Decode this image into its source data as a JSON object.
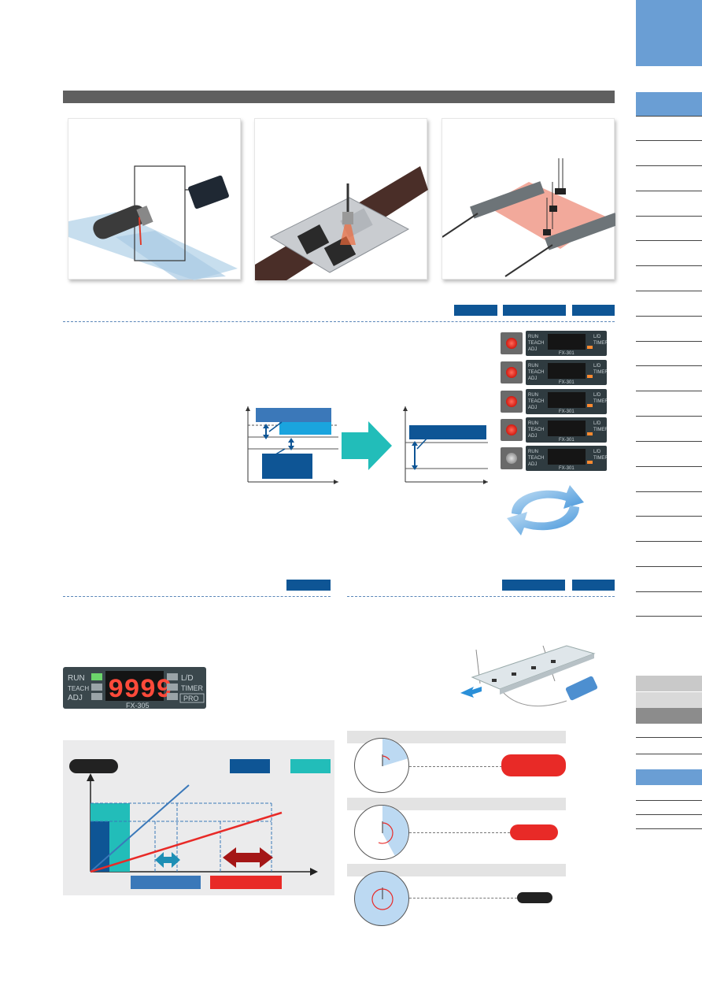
{
  "colors": {
    "tab_blue": "#6a9ed4",
    "navy": "#0e5595",
    "teal": "#22bdb9",
    "red": "#e82a27",
    "dark_red": "#a41616",
    "cyan": "#1aa4de",
    "header_gray": "#5f5f5f",
    "panel_gray": "#ebebec"
  },
  "lcd": {
    "model": "FX-305",
    "display": "9999",
    "left_labels": [
      "RUN",
      "TEACH",
      "ADJ"
    ],
    "right_labels": [
      "L/D",
      "TIMER",
      "PRO"
    ]
  },
  "lcd_stack": {
    "model": "FX-301",
    "left_labels": [
      "RUN",
      "TEACH",
      "ADJ"
    ],
    "right_labels": [
      "L/D",
      "TIMER"
    ],
    "rows": [
      {
        "lamp": "on"
      },
      {
        "lamp": "on"
      },
      {
        "lamp": "on"
      },
      {
        "lamp": "on"
      },
      {
        "lamp": "off"
      }
    ]
  },
  "icons": {
    "cycle": "cycle-arrows-icon",
    "arrow": "right-arrow-icon",
    "hand": "pointer-hand-icon"
  }
}
